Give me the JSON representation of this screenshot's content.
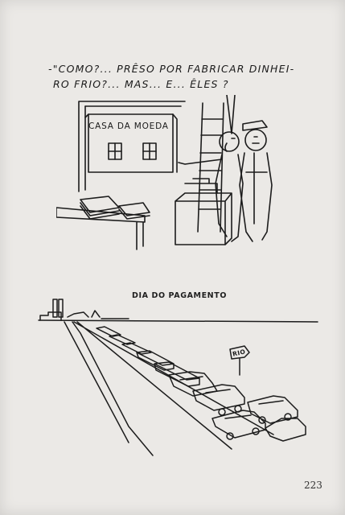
{
  "cartoon_1": {
    "caption_line_1": "-\"COMO?... PRÊSO POR FABRICAR DINHEI-",
    "caption_line_2": "RO FRIO?... MAS... E... ÊLES ?",
    "building_sign": "CASA DA MOEDA"
  },
  "cartoon_2": {
    "title": "DIA DO PAGAMENTO",
    "road_sign": "RIO"
  },
  "page_number": "223",
  "colors": {
    "paper": "#ebe9e6",
    "ink": "#1c1c1c"
  }
}
